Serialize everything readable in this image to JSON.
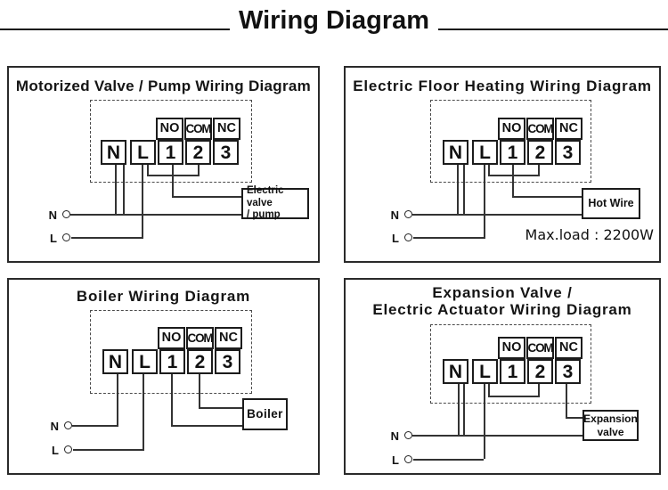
{
  "header": {
    "title": "Wiring Diagram"
  },
  "colors": {
    "ink": "#1c1c1c",
    "wire": "#333333",
    "background": "#ffffff"
  },
  "panels": {
    "motorized": {
      "title": "Motorized Valve / Pump Wiring Diagram",
      "relay": [
        "NO",
        "COM",
        "NC"
      ],
      "terminals": [
        "N",
        "L",
        "1",
        "2",
        "3"
      ],
      "source_n": "N",
      "source_l": "L",
      "load_line1": "Electric valve",
      "load_line2": "/ pump"
    },
    "floor_heating": {
      "title": "Electric Floor Heating Wiring Diagram",
      "relay": [
        "NO",
        "COM",
        "NC"
      ],
      "terminals": [
        "N",
        "L",
        "1",
        "2",
        "3"
      ],
      "source_n": "N",
      "source_l": "L",
      "load_line1": "Hot Wire",
      "max_load": "Max.load : 2200W"
    },
    "boiler": {
      "title": "Boiler Wiring Diagram",
      "relay": [
        "NO",
        "COM",
        "NC"
      ],
      "terminals": [
        "N",
        "L",
        "1",
        "2",
        "3"
      ],
      "source_n": "N",
      "source_l": "L",
      "load_line1": "Boiler"
    },
    "expansion": {
      "title_line1": "Expansion Valve /",
      "title_line2": "Electric Actuator Wiring Diagram",
      "relay": [
        "NO",
        "COM",
        "NC"
      ],
      "terminals": [
        "N",
        "L",
        "1",
        "2",
        "3"
      ],
      "source_n": "N",
      "source_l": "L",
      "load_line1": "Expansion",
      "load_line2": "valve"
    }
  }
}
